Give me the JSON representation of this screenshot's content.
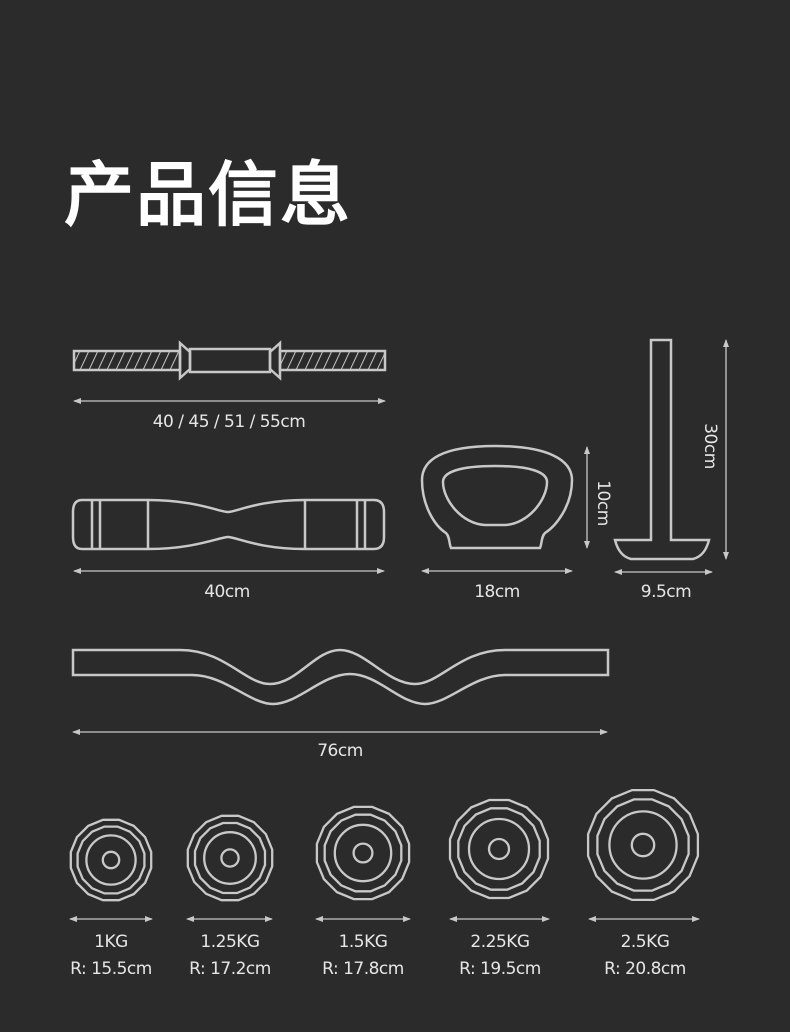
{
  "title": "产品信息",
  "colors": {
    "background": "#2b2b2b",
    "stroke": "#c8c8c8",
    "text": "#e6e6e6",
    "title": "#ffffff"
  },
  "components": {
    "threaded_bar": {
      "dimension": "40 / 45 / 51 / 55cm"
    },
    "straight_bar": {
      "dimension": "40cm"
    },
    "kettlebell_handle": {
      "width": "18cm",
      "height": "10cm"
    },
    "stand_post": {
      "width": "9.5cm",
      "height": "30cm"
    },
    "curl_bar": {
      "dimension": "76cm"
    }
  },
  "plates": [
    {
      "weight": "1KG",
      "radius": "R: 15.5cm"
    },
    {
      "weight": "1.25KG",
      "radius": "R: 17.2cm"
    },
    {
      "weight": "1.5KG",
      "radius": "R: 17.8cm"
    },
    {
      "weight": "2.25KG",
      "radius": "R: 19.5cm"
    },
    {
      "weight": "2.5KG",
      "radius": "R: 20.8cm"
    }
  ]
}
